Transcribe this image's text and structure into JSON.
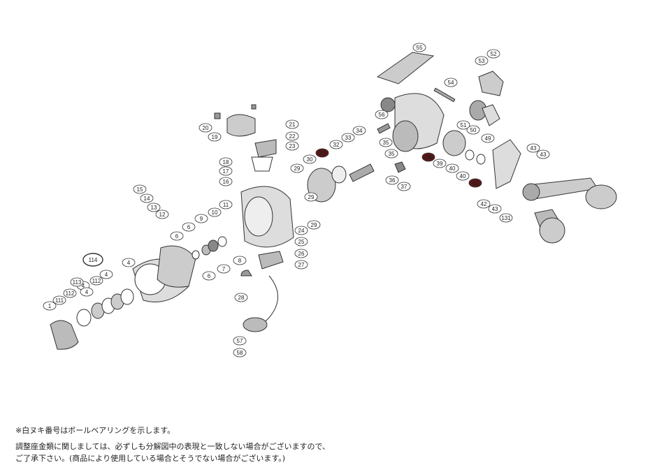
{
  "diagram": {
    "part_numbers": [
      "1",
      "4",
      "4",
      "4",
      "4",
      "6",
      "6",
      "6",
      "7",
      "8",
      "9",
      "10",
      "11",
      "12",
      "13",
      "14",
      "15",
      "16",
      "17",
      "18",
      "19",
      "20",
      "21",
      "22",
      "23",
      "24",
      "25",
      "26",
      "27",
      "28",
      "29",
      "29",
      "29",
      "30",
      "31",
      "32",
      "33",
      "34",
      "35",
      "35",
      "36",
      "37",
      "38",
      "39",
      "40",
      "40",
      "41",
      "42",
      "43",
      "43",
      "43",
      "49",
      "50",
      "51",
      "52",
      "53",
      "54",
      "55",
      "56",
      "57",
      "58",
      "111",
      "112",
      "112",
      "113",
      "114",
      "131"
    ],
    "highlighted_parts": [
      "31",
      "38",
      "41"
    ],
    "group_label": "114",
    "accent_color": "#5a1616"
  },
  "notes": {
    "line1": "※白ヌキ番号はボールベアリングを示します。",
    "line2": "調整座金類に関しましては、必ずしも分解図中の表現と一致しない場合がございますので、",
    "line3": "ご了承下さい。(商品により使用している場合とそうでない場合がございます。)"
  }
}
